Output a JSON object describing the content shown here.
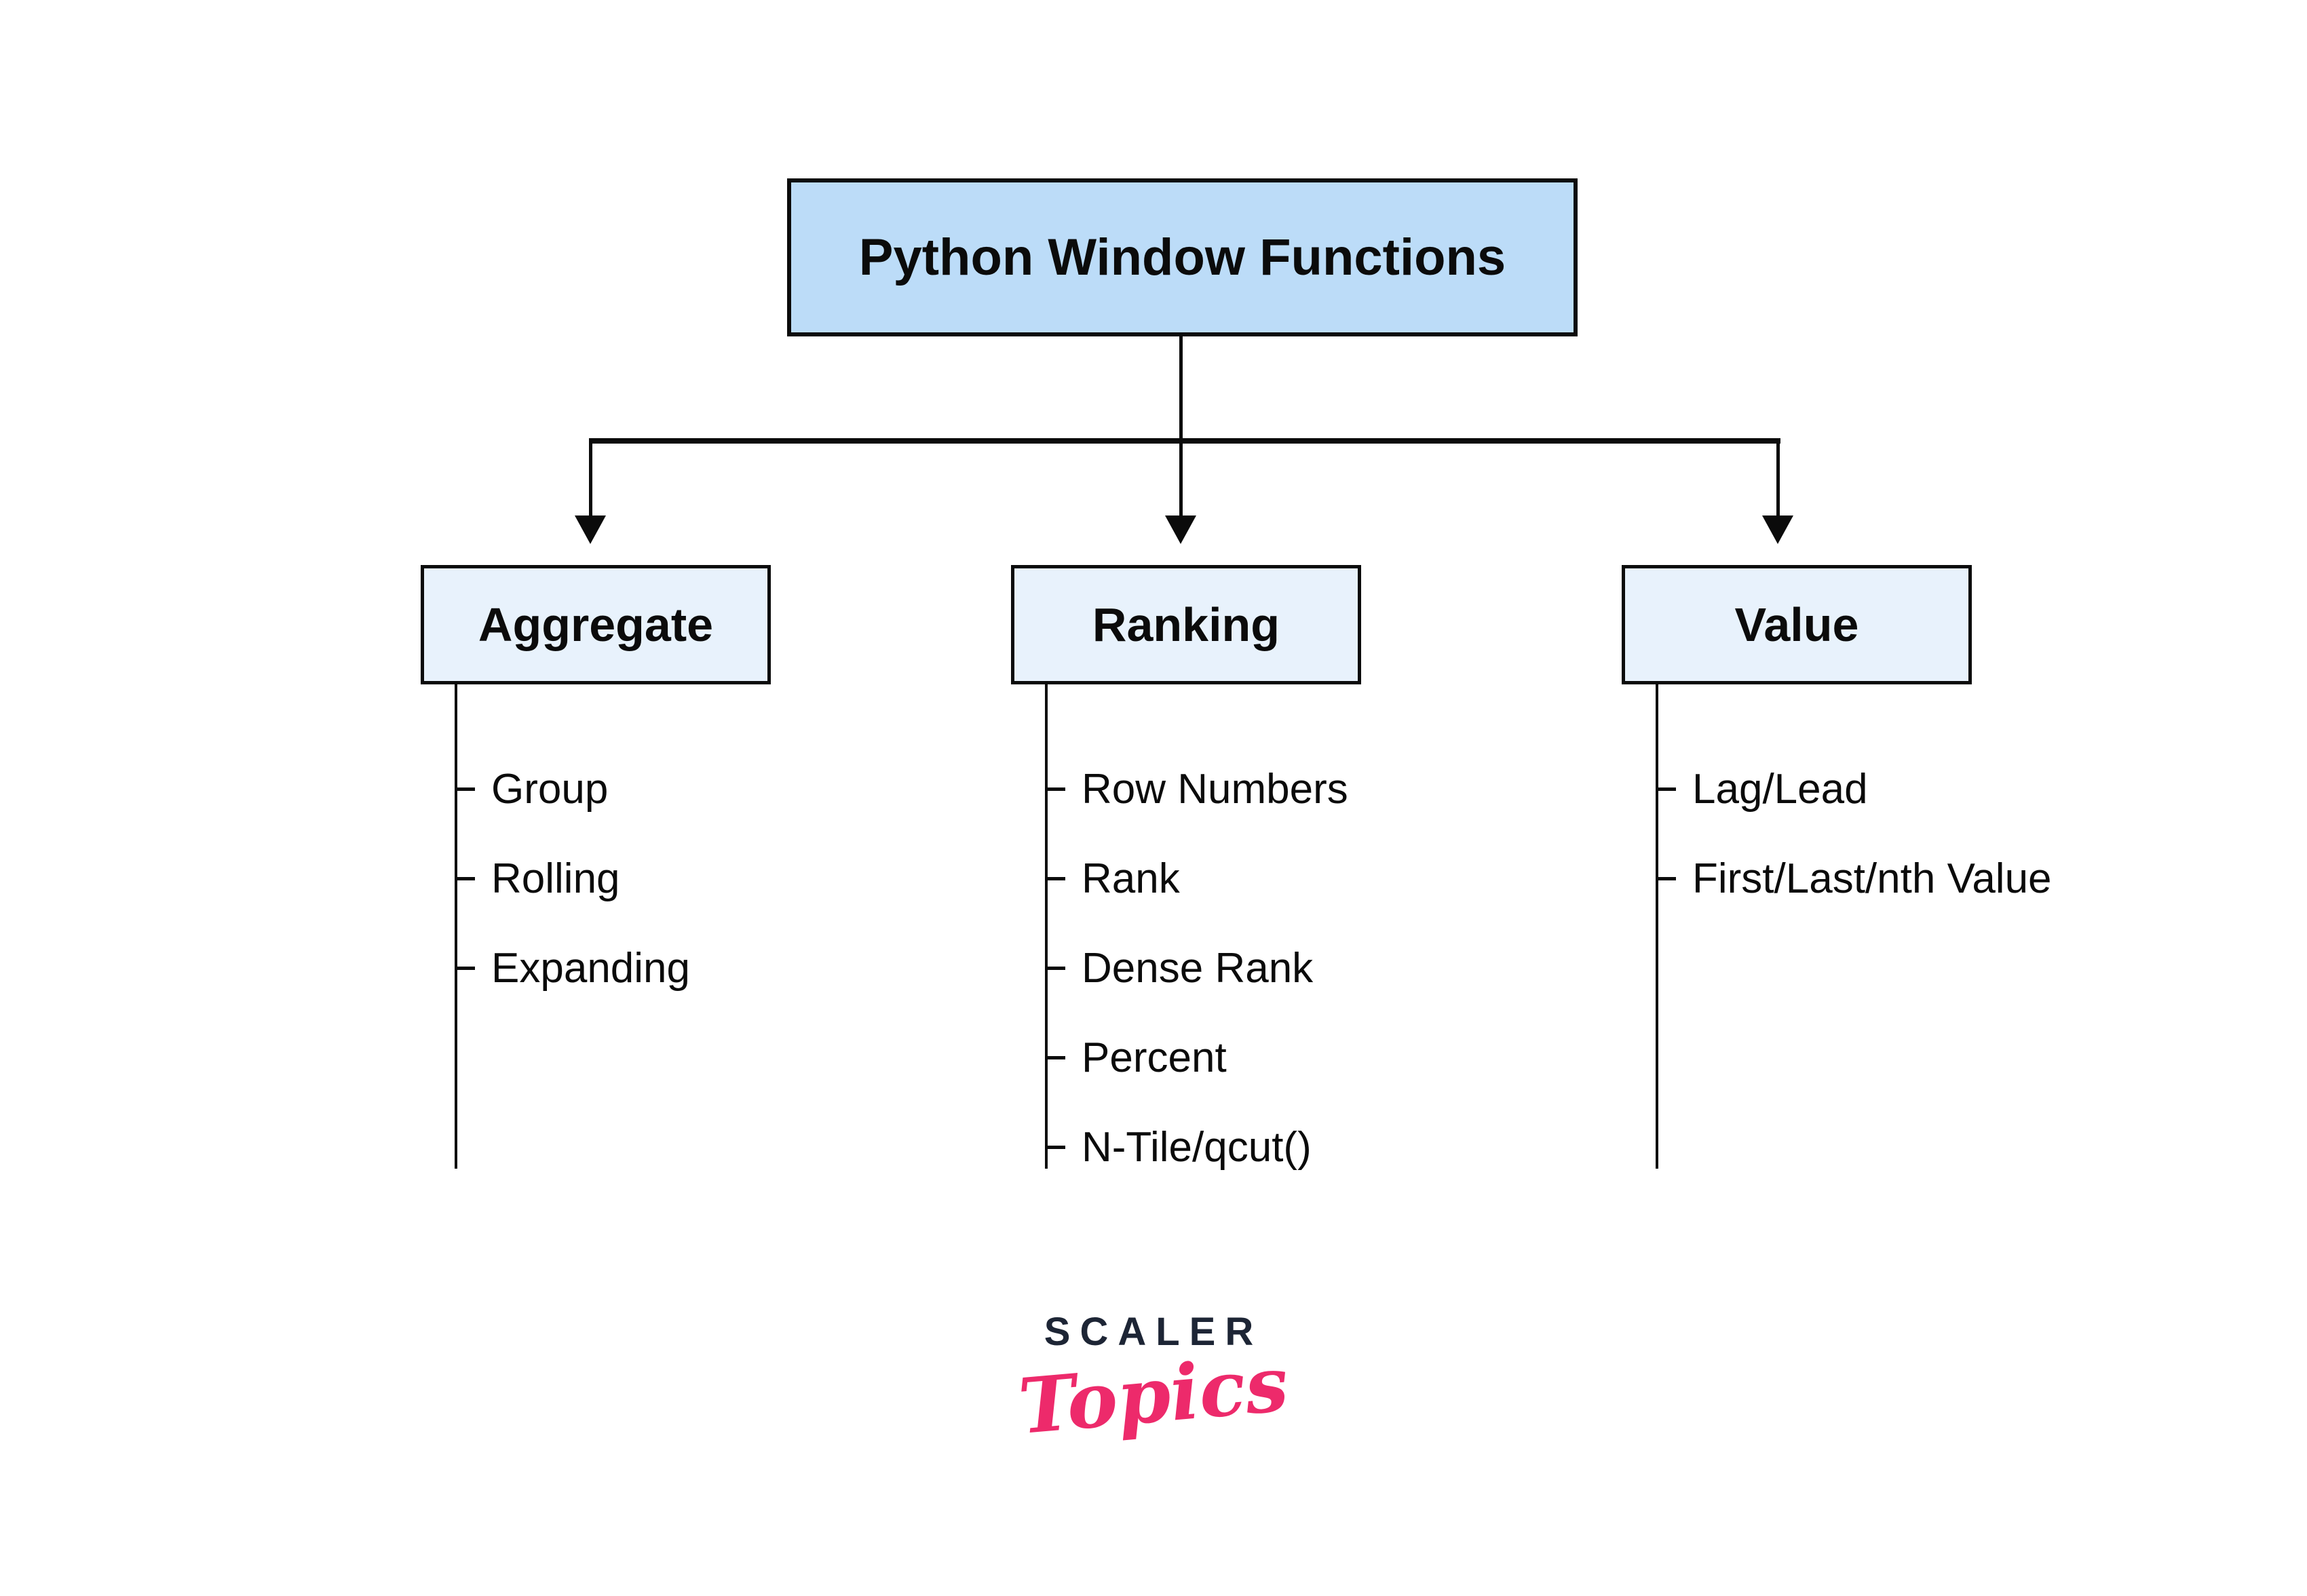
{
  "diagram": {
    "root": {
      "label": "Python Window Functions"
    },
    "columns": [
      {
        "label": "Aggregate",
        "items": [
          "Group",
          "Rolling",
          "Expanding"
        ]
      },
      {
        "label": "Ranking",
        "items": [
          "Row Numbers",
          "Rank",
          "Dense Rank",
          "Percent",
          "N-Tile/qcut()"
        ]
      },
      {
        "label": "Value",
        "items": [
          "Lag/Lead",
          "First/Last/nth Value"
        ]
      }
    ]
  },
  "logo": {
    "brand": "SCALER",
    "script": "Topics"
  },
  "colors": {
    "node_fill_primary": "#bcdcf8",
    "node_fill_secondary": "#e8f2fc",
    "stroke": "#0b0b0b",
    "logo_brand": "#1d2535",
    "logo_script": "#ed2a6b"
  }
}
